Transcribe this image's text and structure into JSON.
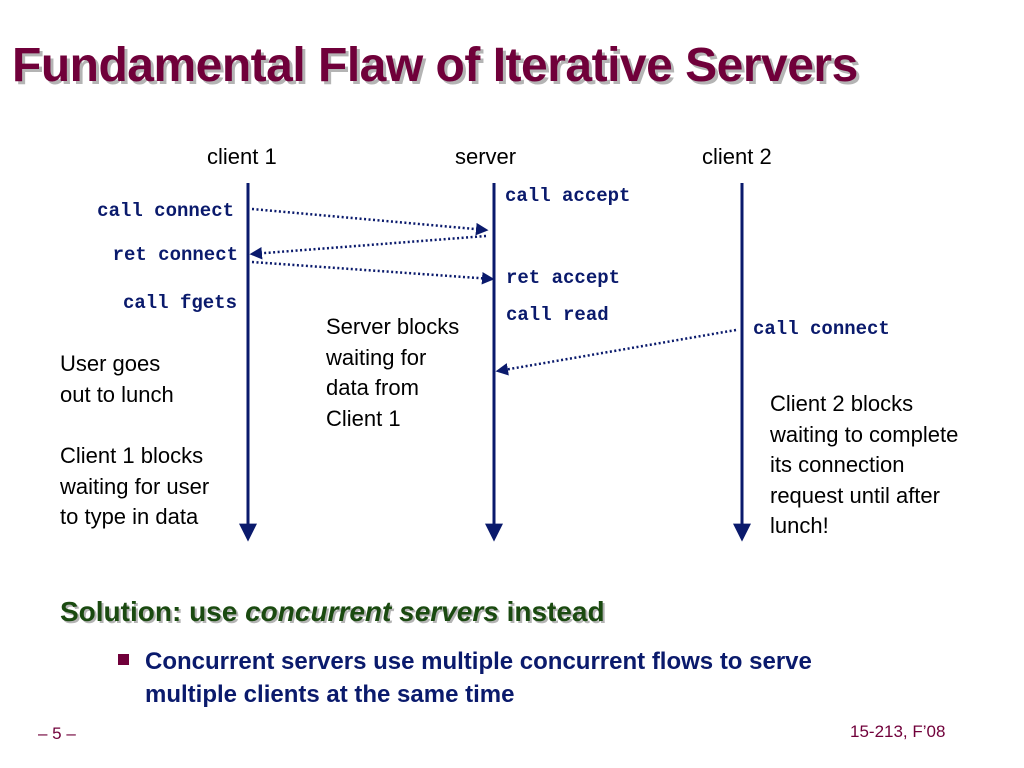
{
  "slide": {
    "title": "Fundamental Flaw of Iterative Servers",
    "columns": {
      "client1": "client 1",
      "server": "server",
      "client2": "client 2"
    },
    "client1_code": {
      "call_connect": "call connect",
      "ret_connect": "ret connect",
      "call_fgets": "call fgets"
    },
    "server_code": {
      "call_accept": "call accept",
      "ret_accept": "ret accept",
      "call_read": "call read"
    },
    "client2_code": {
      "call_connect": "call connect"
    },
    "notes": {
      "server_blocks": [
        "Server blocks",
        "waiting for",
        "data from",
        "Client 1"
      ],
      "user_lunch": [
        "User goes",
        "out to lunch"
      ],
      "client1_blocks": [
        "Client 1 blocks",
        "waiting for user",
        "to type in data"
      ],
      "client2_blocks": [
        "Client 2 blocks",
        "waiting to complete",
        "its connection",
        "request until after",
        "lunch!"
      ]
    },
    "solution": {
      "prefix": "Solution: use ",
      "emph": "concurrent servers",
      "suffix": " instead"
    },
    "bullet": [
      "Concurrent servers use multiple concurrent flows to serve",
      "multiple clients at the same time"
    ],
    "footer": {
      "page": "– 5 –",
      "course": "15-213, F’08"
    },
    "colors": {
      "title": "#70003a",
      "code": "#0a1a6c",
      "solution": "#1a4a10",
      "arrows": "#0a1a6c"
    }
  }
}
